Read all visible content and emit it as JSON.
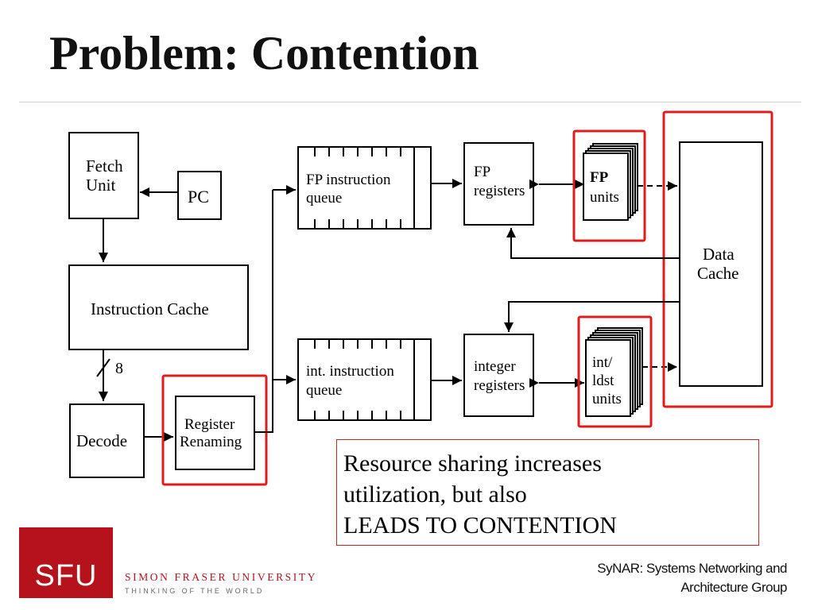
{
  "slide": {
    "title": "Problem: Contention"
  },
  "diagram": {
    "blocks": {
      "fetch_unit": [
        "Fetch",
        "Unit"
      ],
      "pc": "PC",
      "instruction_cache": "Instruction Cache",
      "bus_width": "8",
      "decode": "Decode",
      "register_renaming": [
        "Register",
        "Renaming"
      ],
      "fp_queue": [
        "FP instruction",
        "queue"
      ],
      "int_queue": [
        "int. instruction",
        "queue"
      ],
      "fp_registers": [
        "FP",
        "registers"
      ],
      "integer_registers": [
        "integer",
        "registers"
      ],
      "fp_units": [
        "FP",
        "units"
      ],
      "int_units": [
        "int/",
        "ldst",
        "units"
      ],
      "data_cache": [
        "Data",
        "Cache"
      ]
    },
    "highlight_color": "#e01b1b"
  },
  "callout": {
    "lines": [
      "Resource sharing increases",
      "utilization, but also",
      "LEADS TO CONTENTION"
    ]
  },
  "footer": {
    "logo_text": "SFU",
    "university_name": "SIMON FRASER UNIVERSITY",
    "tagline": "THINKING OF THE WORLD",
    "credit_lines": [
      "SyNAR: Systems Networking and",
      "Architecture Group"
    ]
  }
}
